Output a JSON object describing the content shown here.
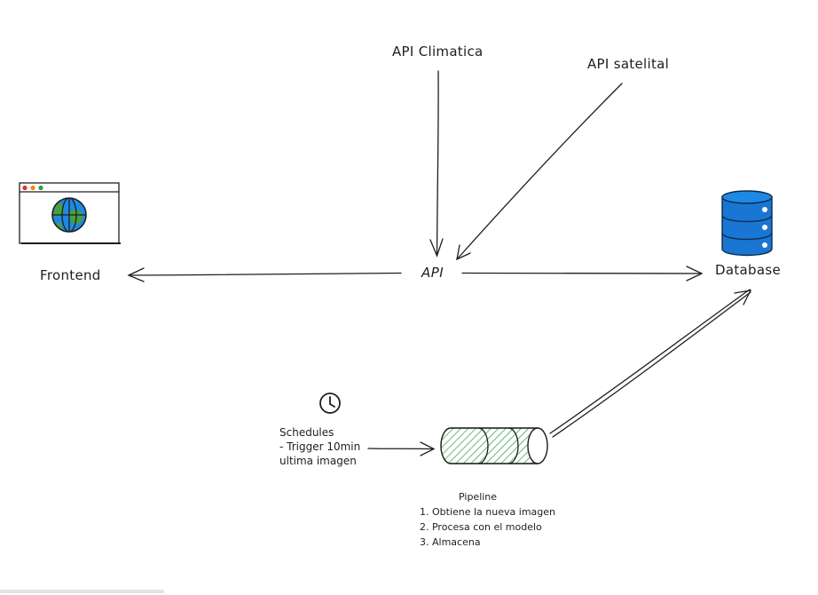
{
  "nodes": {
    "api_climatica": "API Climatica",
    "api_satelital": "API satelital",
    "api": "API",
    "frontend": "Frontend",
    "database": "Database"
  },
  "schedules": {
    "line1": "Schedules",
    "line2": "- Trigger 10min",
    "line3": "ultima imagen"
  },
  "pipeline": {
    "title": "Pipeline",
    "step1": "1. Obtiene la nueva imagen",
    "step2": "2. Procesa con el modelo",
    "step3": "3. Almacena"
  },
  "icons": {
    "frontend": "browser-window-globe-icon",
    "database": "database-cylinder-icon",
    "clock": "clock-icon",
    "pipeline": "pipeline-tube-icon"
  },
  "colors": {
    "ink": "#1e1e1e",
    "database_fill": "#1976d2",
    "globe_ocean": "#1e88e5",
    "globe_land": "#43a047",
    "pipeline_hatch": "#2f9e44",
    "browser_red": "#e03131",
    "browser_yellow": "#f08c00",
    "browser_green": "#2f9e44"
  }
}
